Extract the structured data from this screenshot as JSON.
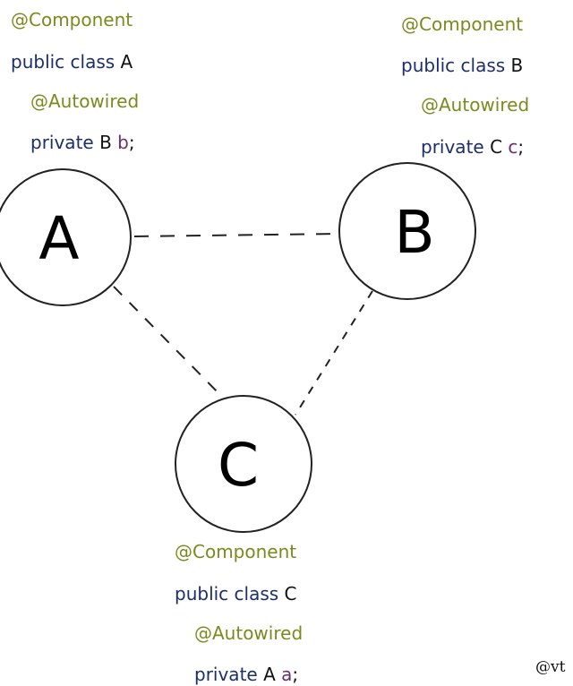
{
  "nodes": [
    {
      "id": "A",
      "label": "A"
    },
    {
      "id": "B",
      "label": "B"
    },
    {
      "id": "C",
      "label": "C"
    }
  ],
  "edges": [
    {
      "from": "A",
      "to": "B"
    },
    {
      "from": "A",
      "to": "C"
    },
    {
      "from": "B",
      "to": "C"
    }
  ],
  "code_blocks": [
    {
      "node": "A",
      "annotation": "@Component",
      "declaration_prefix": "public class",
      "class_name": "A",
      "field_annotation": "@Autowired",
      "field_modifier": "private",
      "field_type": "B",
      "field_name": "b",
      "terminator": ";"
    },
    {
      "node": "B",
      "annotation": "@Component",
      "declaration_prefix": "public class",
      "class_name": "B",
      "field_annotation": "@Autowired",
      "field_modifier": "private",
      "field_type": "C",
      "field_name": "c",
      "terminator": ";"
    },
    {
      "node": "C",
      "annotation": "@Component",
      "declaration_prefix": "public class",
      "class_name": "C",
      "field_annotation": "@Autowired",
      "field_modifier": "private",
      "field_type": "A",
      "field_name": "a",
      "terminator": ";"
    }
  ],
  "watermark": "@vt",
  "colors": {
    "annotation": "#7b8a1d",
    "keyword": "#1c2f6b",
    "variable": "#6b2d6e",
    "class_name": "#111111",
    "stroke": "#222222"
  }
}
